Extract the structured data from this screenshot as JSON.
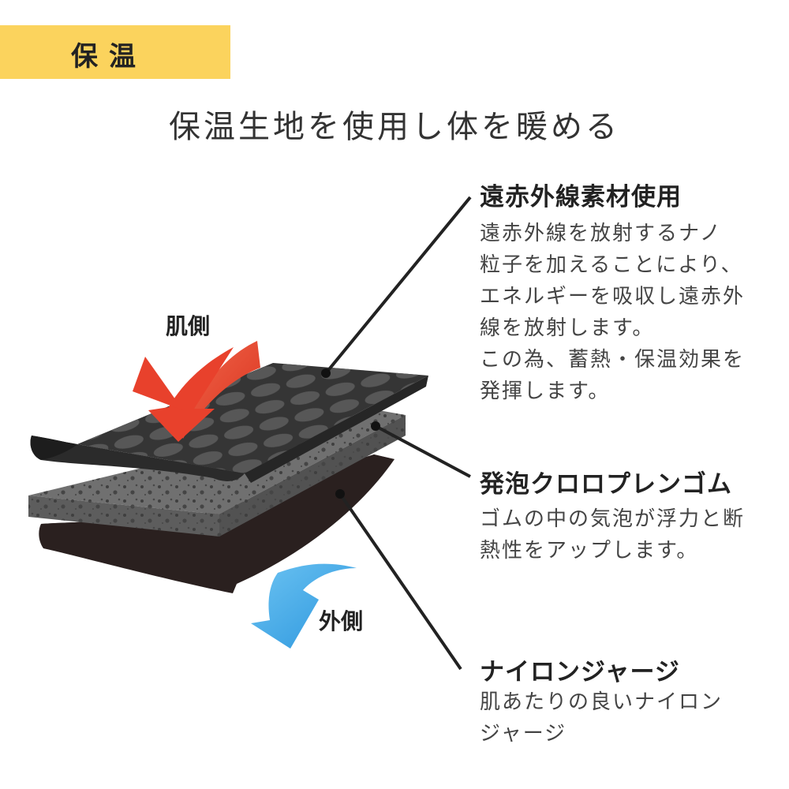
{
  "header": {
    "tag": "保温",
    "subtitle": "保温生地を使用し体を暖める"
  },
  "labels": {
    "skin_side": "肌側",
    "outer_side": "外側"
  },
  "layers": [
    {
      "title": "遠赤外線素材使用",
      "description": "遠赤外線を放射するナノ\n粒子を加えることにより、\nエネルギーを吸収し遠赤外\n線を放射します。\nこの為、蓄熱・保温効果を\n発揮します。"
    },
    {
      "title": "発泡クロロプレンゴム",
      "description": "ゴムの中の気泡が浮力と断\n熱性をアップします。"
    },
    {
      "title": "ナイロンジャージ",
      "description": "肌あたりの良いナイロン\nジャージ"
    }
  ],
  "colors": {
    "tag_background": "#fbd35d",
    "arrow_skin": "#e8412c",
    "arrow_outer": "#3aa6e6",
    "fabric_top": "#3a3a3a",
    "foam": "#6b6b6b",
    "jersey": "#2a201f"
  },
  "icons": {
    "skin_arrow": "curved-arrow-red-icon",
    "outer_arrow": "curved-arrow-blue-icon"
  }
}
